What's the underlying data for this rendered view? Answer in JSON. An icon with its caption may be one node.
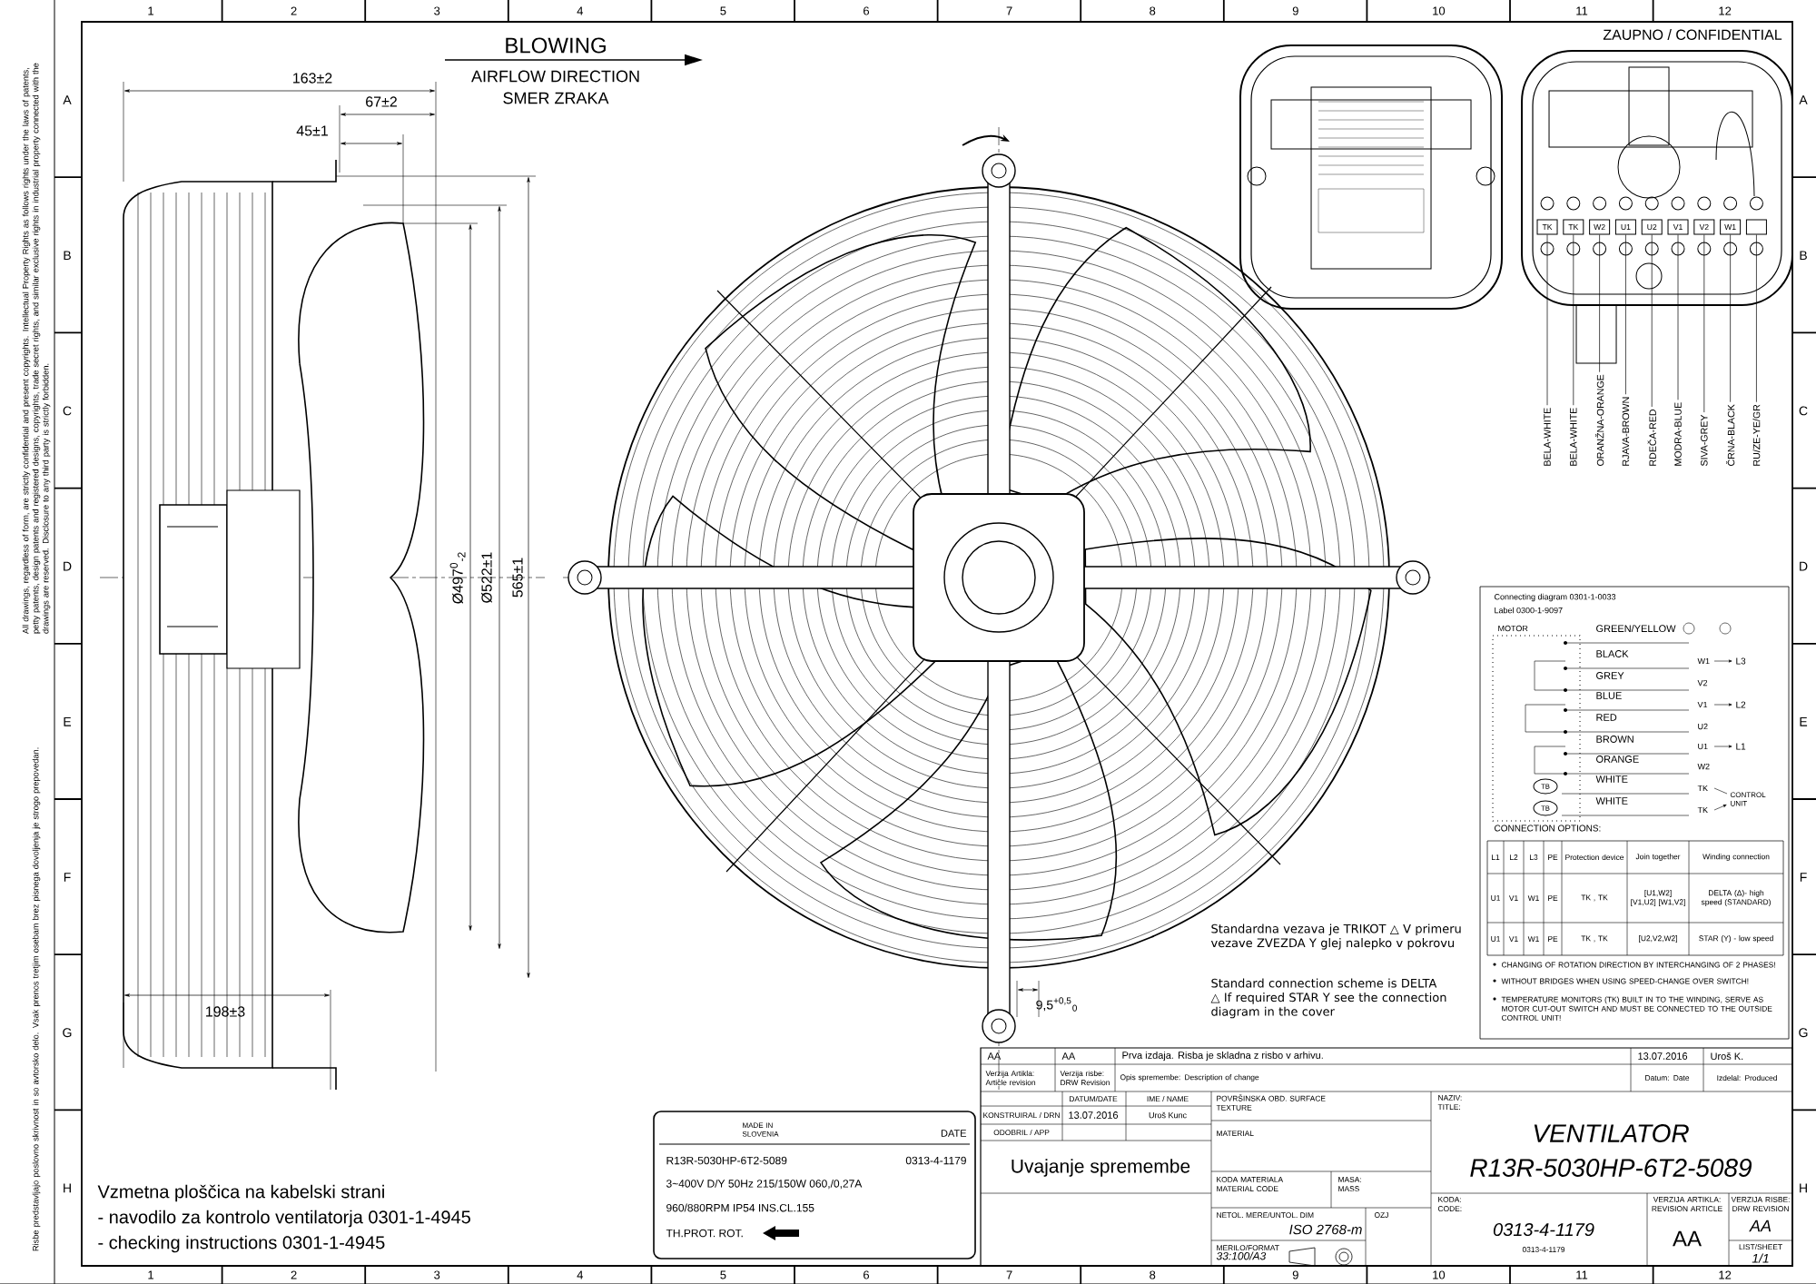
{
  "diagram": {
    "nodes": [
      {
        "text": [
          "BELA-WHITE"
        ]
      },
      {
        "text": [
          "BELA-WHITE"
        ]
      },
      {
        "text": [
          "ORANŽNA-ORANGE"
        ]
      },
      {
        "text": [
          "RJAVA-BROWN"
        ]
      },
      {
        "text": [
          "RDEČA-RED"
        ]
      },
      {
        "text": [
          "MODRA-BLUE"
        ]
      },
      {
        "text": [
          "SIVA-GREY"
        ]
      },
      {
        "text": [
          "ČRNA-BLACK"
        ]
      },
      {
        "text": [
          "RU/ZE-YE/GR"
        ]
      },
      {
        "text": [
          "TK"
        ]
      },
      {
        "text": [
          "TK"
        ]
      },
      {
        "text": [
          "W2"
        ]
      },
      {
        "text": [
          "U1"
        ]
      },
      {
        "text": [
          "U2"
        ]
      },
      {
        "text": [
          "V1"
        ]
      },
      {
        "text": [
          "V2"
        ]
      },
      {
        "text": [
          "W1"
        ]
      },
      {
        "text": [],
        "shape": "box"
      },
      {
        "text": [
          "TB"
        ]
      },
      {
        "text": [
          "TB"
        ]
      }
    ],
    "edges": [
      {
        "from": 0,
        "to": 9,
        "arrow": "none"
      },
      {
        "from": 1,
        "to": 10,
        "arrow": "none"
      },
      {
        "from": 2,
        "to": 11,
        "arrow": "none"
      },
      {
        "from": 3,
        "to": 12,
        "arrow": "none"
      },
      {
        "from": 4,
        "to": 13,
        "arrow": "none"
      },
      {
        "from": 5,
        "to": 14,
        "arrow": "none"
      },
      {
        "from": 6,
        "to": 15,
        "arrow": "none"
      },
      {
        "from": 7,
        "to": 16,
        "arrow": "none"
      },
      {
        "from": 8,
        "to": 17,
        "arrow": "none"
      }
    ],
    "labels": [
      "1",
      "2",
      "3",
      "4",
      "5",
      "6",
      "7",
      "8",
      "9",
      "10",
      "11",
      "12",
      "1",
      "2",
      "3",
      "4",
      "5",
      "6",
      "7",
      "8",
      "9",
      "10",
      "11",
      "12",
      "A",
      "B",
      "C",
      "D",
      "E",
      "F",
      "G",
      "H",
      "A",
      "B",
      "C",
      "D",
      "E",
      "F",
      "G",
      "H",
      "ZAUPNO / CONFIDENTIAL",
      "BLOWING",
      "AIRFLOW DIRECTION",
      "SMER ZRAKA",
      "163±2",
      "67±2",
      "45±1",
      "Ø497$^{0}$$_{-2}$",
      "Ø522±1",
      "565±1",
      "198±3",
      "9,5$^{+0,5}$$_{0}$",
      "All drawings, regardless of form, are strictly confidential and present copyrights. Intellectual Property Rights as follows rights under the laws of patents, petty patents, design patents and registered designs, copyrights, trade secret rights, and similar exclusive rights in industrial property connected with the drawings are reserved. Disclosure to any third party is strictly forbidden.",
      "Risbe predstavljajo poslovno skrivnost in so avtorsko delo. Vsak prenos tretjim osebam brez pisnega dovoljenja je strogo prepovedan.",
      "Connecting diagram 0301-1-0033",
      "Label 0300-1-9097",
      "MOTOR",
      "GREEN/YELLOW",
      "BLACK",
      "GREY",
      "BLUE",
      "RED",
      "BROWN",
      "ORANGE",
      "WHITE",
      "WHITE",
      "W1",
      "V2",
      "V1",
      "U2",
      "U1",
      "W2",
      "TK",
      "TK",
      "L3",
      "L2",
      "L1",
      "CONTROL UNIT",
      "CONNECTION OPTIONS:",
      "L1",
      "L2",
      "L3",
      "PE",
      "Protection device",
      "Join together",
      "Winding connection",
      "U1",
      "V1",
      "W1",
      "PE",
      "TK , TK",
      "[U1,W2] [V1,U2] [W1,V2]",
      "DELTA (Δ)- high speed (STANDARD)",
      "U1",
      "V1",
      "W1",
      "PE",
      "TK , TK",
      "[U2,V2,W2]",
      "STAR (Y) - low speed",
      "CHANGING OF ROTATION DIRECTION BY INTERCHANGING OF 2 PHASES!",
      "WITHOUT BRIDGES WHEN USING SPEED-CHANGE OVER SWITCH!",
      "TEMPERATURE MONITORS (TK) BUILT IN TO THE WINDING, SERVE AS MOTOR CUT-OUT SWITCH AND MUST BE CONNECTED TO THE OUTSIDE CONTROL UNIT!",
      "Standardna vezava je TRIKOT △ V primeru vezave ZVEZDA Y glej nalepko v pokrovu",
      "Standard connection scheme is DELTA △ If required STAR Y see the connection diagram in the cover",
      "Vzmetna ploščica na kabelski strani",
      "- navodilo za kontrolo ventilatorja 0301-1-4945",
      "- checking instructions 0301-1-4945",
      "MADE IN SLOVENIA",
      "DATE",
      "R13R-5030HP-6T2-5089",
      "0313-4-1179",
      "3~400V D/Y 50Hz 215/150W 060,/0,27A",
      "960/880RPM IP54 INS.CL.155",
      "TH.PROT. ROT.",
      "AA",
      "AA",
      "Prva izdaja. Risba je skladna z risbo v arhivu.",
      "13.07.2016",
      "Uroš K.",
      "Verzija Artikla: Article revision",
      "Verzija risbe: DRW Revision",
      "Opis spremembe: Description of change",
      "Datum: Date",
      "Izdelal: Produced",
      "DATUM/DATE",
      "IME / NAME",
      "KONSTRUIRAL / DRN",
      "13.07.2016",
      "Uroš Kunc",
      "ODOBRIL / APP",
      "Uvajanje spremembe",
      "POVRŠINSKA OBD. SURFACE TEXTURE",
      "MATERIAL",
      "KODA MATERIALA MATERIAL CODE",
      "MASA: MASS",
      "NETOL. MERE/UNTOL. DIM",
      "ISO 2768-m",
      "OZJ",
      "MERILO/FORMAT",
      "33:100/A3",
      "NAZIV: TITLE:",
      "VENTILATOR",
      "R13R-5030HP-6T2-5089",
      "KODA: CODE:",
      "0313-4-1179",
      "0313-4-1179",
      "VERZIJA ARTIKLA: REVISION ARTICLE",
      "AA",
      "VERZIJA RISBE: DRW REVISION",
      "AA",
      "LIST/SHEET",
      "1/1"
    ]
  }
}
